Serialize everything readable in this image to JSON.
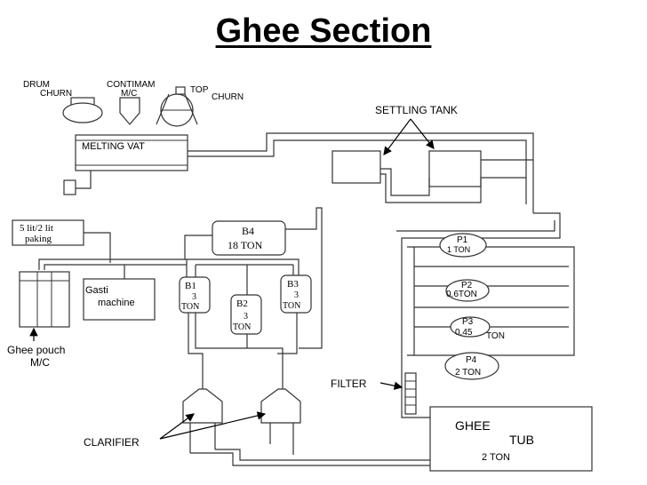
{
  "title": "Ghee Section",
  "labels": {
    "drum": "DRUM",
    "drum_churn": "CHURN",
    "contimam": "CONTIMAM",
    "contimam_mc": "M/C",
    "top": "TOP",
    "top_churn": "CHURN",
    "melting_vat": "MELTING VAT",
    "settling_tank": "SETTLING TANK",
    "paking_1": "5 lit/2 lit",
    "paking_2": "paking",
    "gasti_1": "Gasti",
    "gasti_2": "machine",
    "b4_name": "B4",
    "b4_cap": "18 TON",
    "b1_name": "B1",
    "b1_num": "3",
    "b1_unit": "TON",
    "b2_name": "B2",
    "b2_num": "3",
    "b2_unit": "TON",
    "b3_name": "B3",
    "b3_num": "3",
    "b3_unit": "TON",
    "p1_name": "P1",
    "p1_cap": "1 TON",
    "p2_name": "P2",
    "p2_cap": "0.6TON",
    "p3_name": "P3",
    "p3_cap": "0.45",
    "p3_unit": "TON",
    "p4_name": "P4",
    "p4_cap": "2 TON",
    "filter": "FILTER",
    "ghee_pouch_1": "Ghee pouch",
    "ghee_pouch_2": "M/C",
    "clarifier": "CLARIFIER",
    "ghee_1": "GHEE",
    "ghee_2": "TUB",
    "ghee_cap": "2 TON"
  }
}
